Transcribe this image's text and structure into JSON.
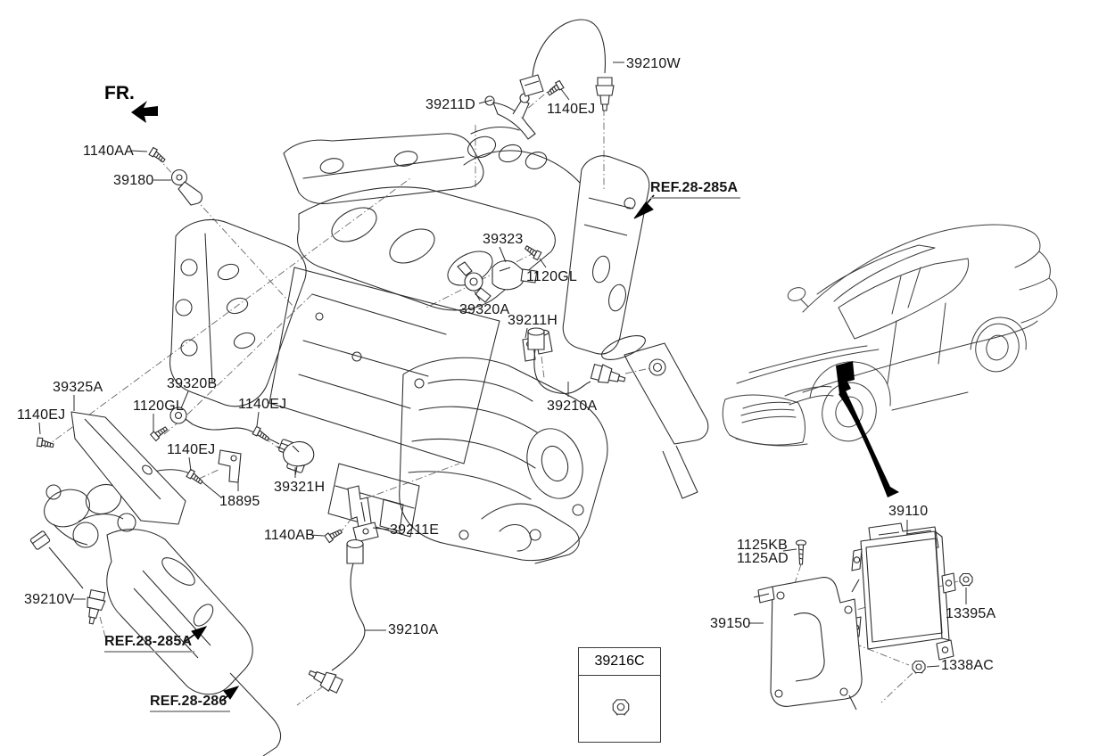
{
  "palette": {
    "background": "#ffffff",
    "line": "#2b2b2b",
    "guide_line": "#666666",
    "ref_underline": "#9d9d9d",
    "marker_fill": "#000000"
  },
  "fr_indicator": {
    "label": "FR."
  },
  "labels": {
    "l_1140aa": "1140AA",
    "l_39180": "39180",
    "l_39211d": "39211D",
    "l_1140ej_top": "1140EJ",
    "l_39210w": "39210W",
    "ref_285a_top": "REF.28-285A",
    "l_39323": "39323",
    "l_1120gl_r": "1120GL",
    "l_39320a": "39320A",
    "l_39211h": "39211H",
    "l_39210a_r": "39210A",
    "l_39325a": "39325A",
    "l_1140ej_left": "1140EJ",
    "l_1120gl_l": "1120GL",
    "l_39320b": "39320B",
    "l_1140ej_mid": "1140EJ",
    "l_1140ej_low": "1140EJ",
    "l_18895": "18895",
    "l_39321h": "39321H",
    "l_1140ab": "1140AB",
    "l_39211e": "39211E",
    "l_39210v": "39210V",
    "ref_285a_bottom": "REF.28-285A",
    "ref_286": "REF.28-286",
    "l_39210a_b": "39210A",
    "l_39110": "39110",
    "l_1125kb": "1125KB",
    "l_1125ad": "1125AD",
    "l_13395a": "13395A",
    "l_39150": "39150",
    "l_1338ac": "1338AC",
    "inset_39216c": "39216C"
  }
}
